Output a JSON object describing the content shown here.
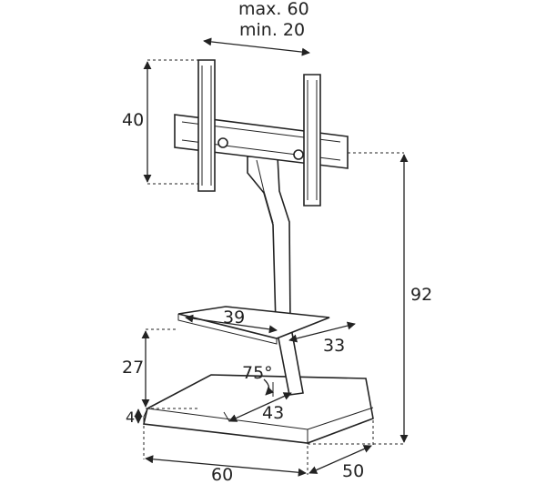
{
  "dimensions": {
    "bracket_max": "max. 60",
    "bracket_min": "min. 20",
    "bracket_height": "40",
    "total_height": "92",
    "shelf_width": "39",
    "shelf_depth": "33",
    "shelf_height": "27",
    "tilt_angle": "75°",
    "base_depth_label": "43",
    "base_thickness": "4",
    "base_width": "60",
    "base_depth": "50"
  },
  "colors": {
    "line": "#222222",
    "background": "#ffffff"
  }
}
